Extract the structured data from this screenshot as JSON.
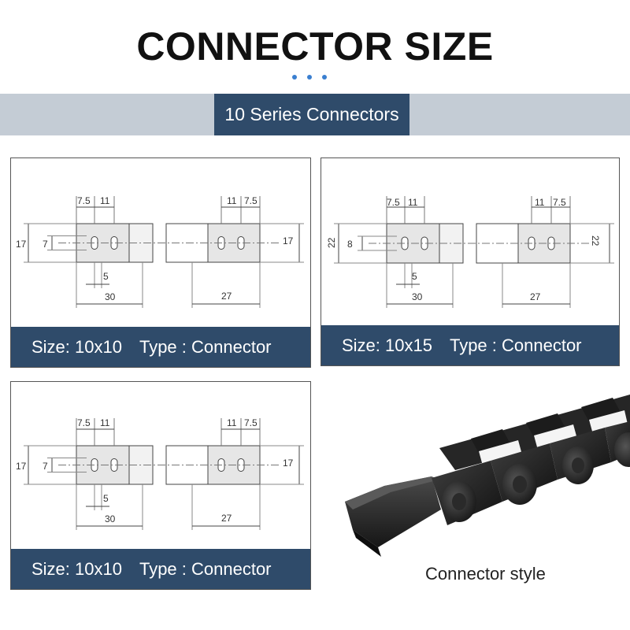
{
  "header": {
    "title": "CONNECTOR SIZE",
    "series_label": "10 Series Connectors"
  },
  "panels": [
    {
      "size_label": "Size: 10x10",
      "type_label": "Type : Connector",
      "dims": {
        "top_left_a": "7.5",
        "top_left_b": "11",
        "top_right_a": "11",
        "top_right_b": "7.5",
        "left_height": "17",
        "inner_height": "7",
        "right_height": "17",
        "hole_gap": "5",
        "left_length": "30",
        "right_length": "27"
      }
    },
    {
      "size_label": "Size: 10x15",
      "type_label": "Type : Connector",
      "dims": {
        "top_left_a": "7.5",
        "top_left_b": "11",
        "top_right_a": "11",
        "top_right_b": "7.5",
        "left_height": "22",
        "inner_height": "8",
        "right_height": "22",
        "hole_gap": "5",
        "left_length": "30",
        "right_length": "27"
      }
    },
    {
      "size_label": "Size: 10x10",
      "type_label": "Type : Connector",
      "dims": {
        "top_left_a": "7.5",
        "top_left_b": "11",
        "top_right_a": "11",
        "top_right_b": "7.5",
        "left_height": "17",
        "inner_height": "7",
        "right_height": "17",
        "hole_gap": "5",
        "left_length": "30",
        "right_length": "27"
      }
    }
  ],
  "photo": {
    "caption": "Connector style"
  }
}
